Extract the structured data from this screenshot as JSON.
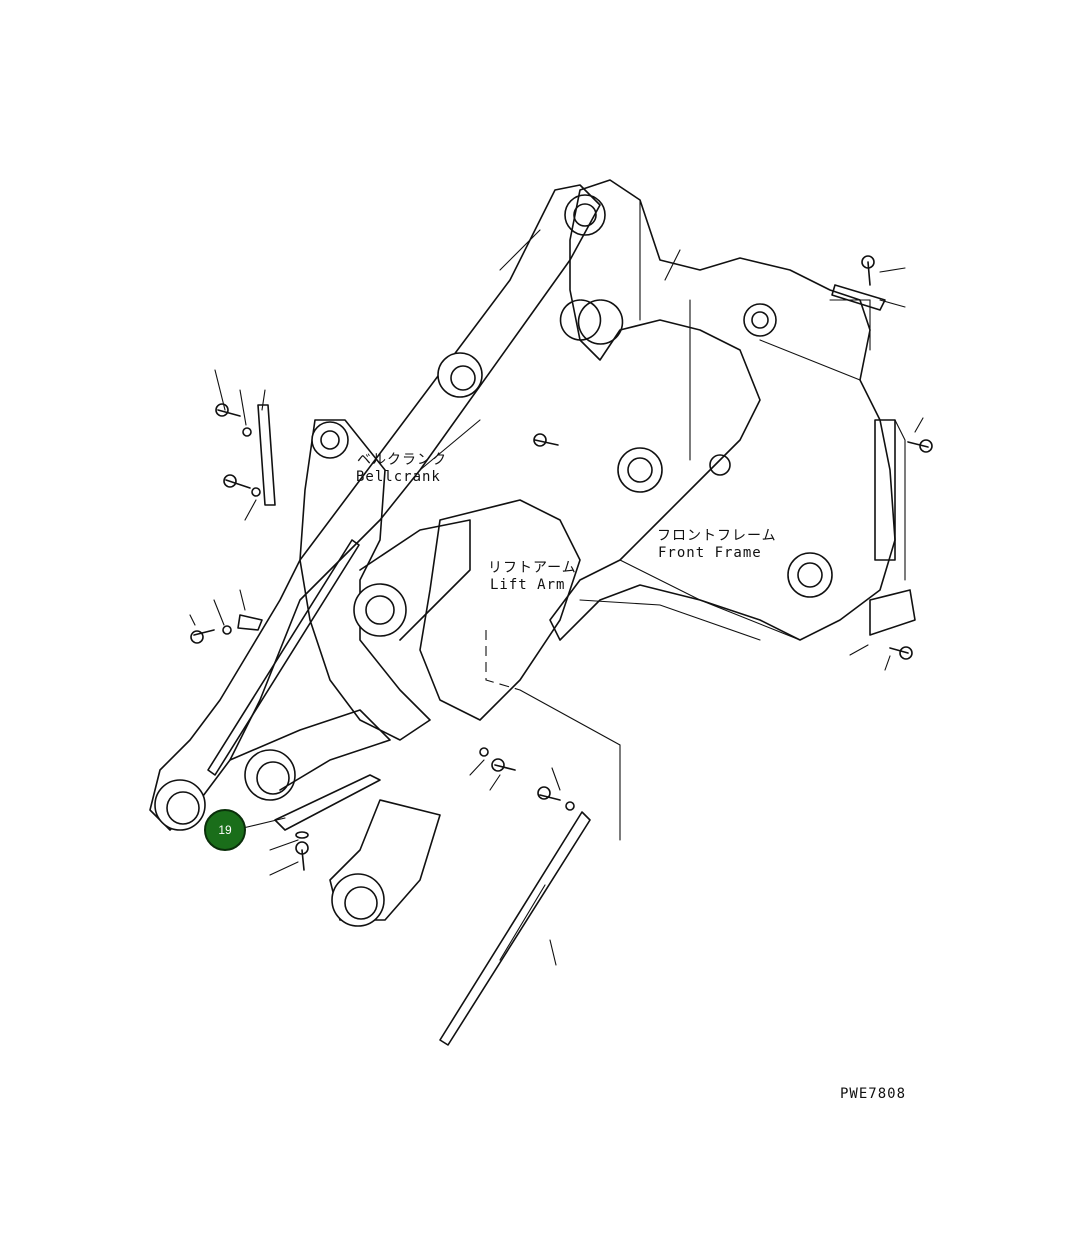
{
  "labels": {
    "bellcrank_jp": "ベルクランク",
    "bellcrank_en": "Bellcrank",
    "liftarm_jp": "リフトアーム",
    "liftarm_en": "Lift Arm",
    "frontframe_jp": "フロントフレーム",
    "frontframe_en": "Front Frame",
    "drawing_code": "PWE7808"
  },
  "callouts": [
    {
      "number": "19",
      "color": "#1a6e1a"
    }
  ]
}
